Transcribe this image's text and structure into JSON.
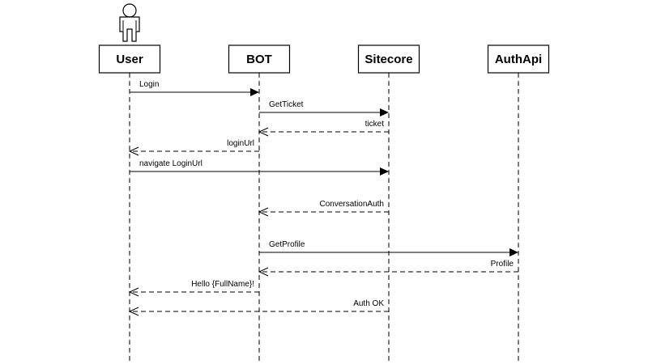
{
  "participants": [
    {
      "id": "user",
      "label": "User",
      "stick_figure": true
    },
    {
      "id": "bot",
      "label": "BOT"
    },
    {
      "id": "sitecore",
      "label": "Sitecore"
    },
    {
      "id": "authapi",
      "label": "AuthApi"
    }
  ],
  "messages": [
    {
      "label": "Login",
      "from": "user",
      "to": "bot",
      "style": "solid"
    },
    {
      "label": "GetTicket",
      "from": "bot",
      "to": "sitecore",
      "style": "solid"
    },
    {
      "label": "ticket",
      "from": "sitecore",
      "to": "bot",
      "style": "dashed"
    },
    {
      "label": "loginUrl",
      "from": "bot",
      "to": "user",
      "style": "dashed"
    },
    {
      "label": "navigate LoginUrl",
      "from": "user",
      "to": "sitecore",
      "style": "solid"
    },
    {
      "label": "ConversationAuth",
      "from": "sitecore",
      "to": "bot",
      "style": "dashed"
    },
    {
      "label": "GetProfile",
      "from": "bot",
      "to": "authapi",
      "style": "solid"
    },
    {
      "label": "Profile",
      "from": "authapi",
      "to": "bot",
      "style": "dashed"
    },
    {
      "label": "Hello {FullName}!",
      "from": "bot",
      "to": "user",
      "style": "dashed"
    },
    {
      "label": "Auth OK",
      "from": "sitecore",
      "to": "user",
      "style": "dashed"
    }
  ]
}
